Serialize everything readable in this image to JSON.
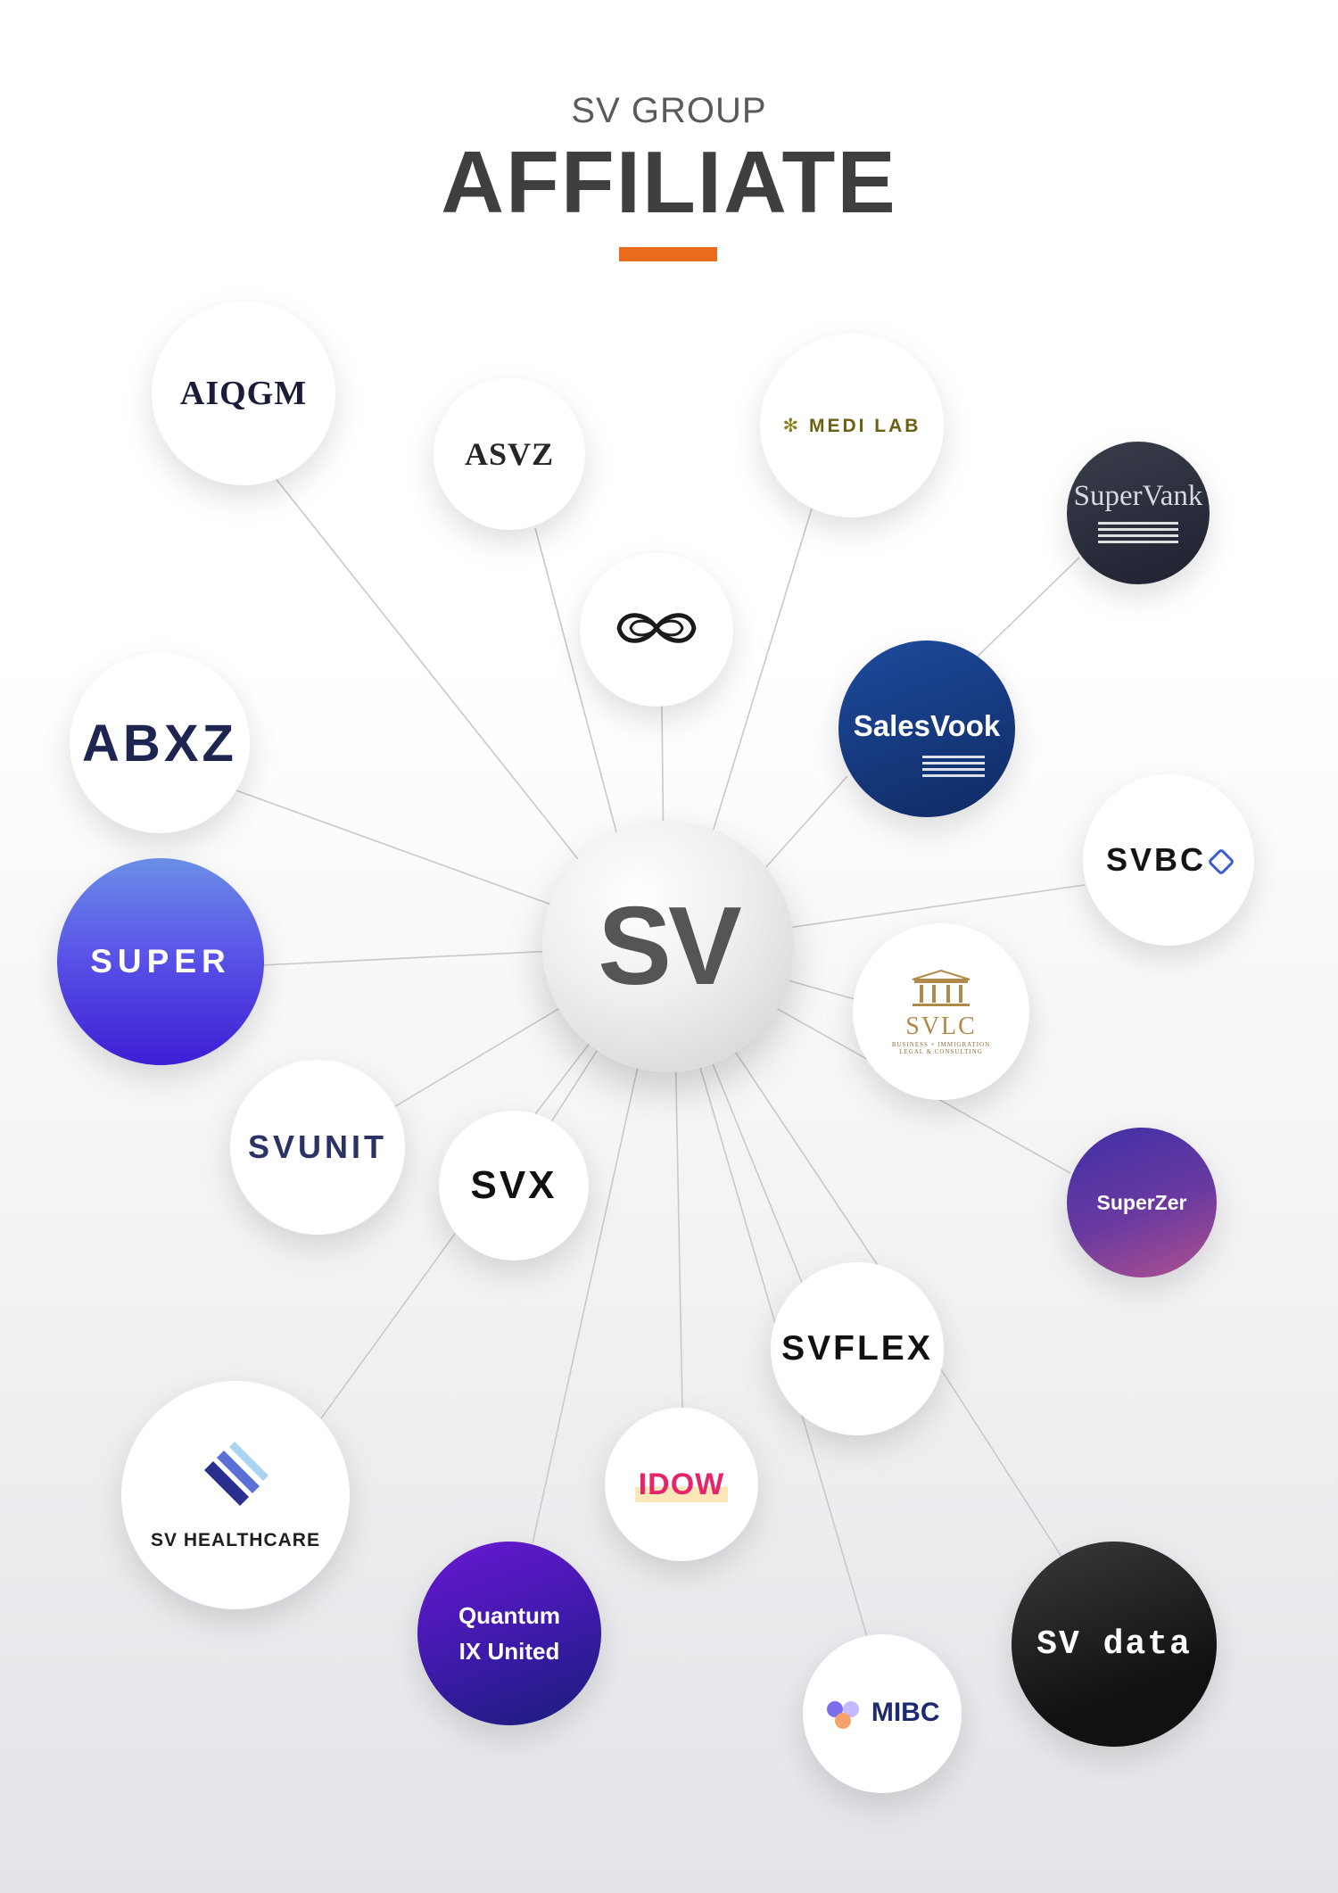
{
  "header": {
    "kicker": "SV GROUP",
    "title": "AFFILIATE"
  },
  "hub": {
    "label": "SV"
  },
  "affiliates": [
    {
      "id": "aiqgm",
      "label": "AIQGM"
    },
    {
      "id": "asvz",
      "label": "ASVZ"
    },
    {
      "id": "medilab",
      "label": "MEDI LAB"
    },
    {
      "id": "supervank",
      "label": "SuperVank"
    },
    {
      "id": "abxz",
      "label": "ABXZ"
    },
    {
      "id": "salesvook",
      "label": "SalesVook"
    },
    {
      "id": "svbc",
      "label": "SVBC"
    },
    {
      "id": "super",
      "label": "SUPER"
    },
    {
      "id": "svlc",
      "label": "SVLC",
      "sub1": "BUSINESS + IMMIGRATION",
      "sub2": "LEGAL & CONSULTING"
    },
    {
      "id": "svunit",
      "label": "SVUNIT"
    },
    {
      "id": "svx",
      "label": "SVX"
    },
    {
      "id": "superzer",
      "label": "SuperZer"
    },
    {
      "id": "svflex",
      "label": "SVFLEX"
    },
    {
      "id": "svhealthcare",
      "label": "SV HEALTHCARE"
    },
    {
      "id": "idow",
      "label": "IDOW"
    },
    {
      "id": "quantum",
      "label": "Quantum",
      "label2": "IX United"
    },
    {
      "id": "mibc",
      "label": "MIBC"
    },
    {
      "id": "svdata",
      "label": "SV data"
    }
  ],
  "colors": {
    "accent": "#ea6a1e",
    "title": "#3f3f3f",
    "link": "#c9c9cd"
  }
}
